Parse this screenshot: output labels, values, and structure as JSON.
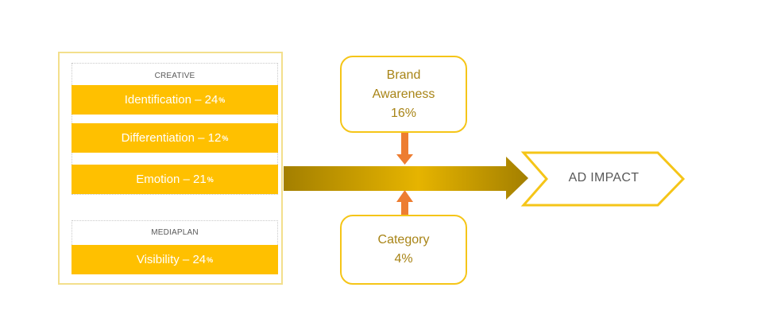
{
  "creative": {
    "label": "CREATIVE",
    "factors": [
      {
        "name": "Identification",
        "sep": " – ",
        "percent": "24",
        "unit": "%"
      },
      {
        "name": "Differentiation",
        "sep": " – ",
        "percent": "12",
        "unit": "%"
      },
      {
        "name": "Emotion",
        "sep": " – ",
        "percent": "21",
        "unit": "%"
      }
    ]
  },
  "mediaplan": {
    "label": "MEDIAPLAN",
    "factors": [
      {
        "name": "Visibility",
        "sep": " – ",
        "percent": "24",
        "unit": "%"
      }
    ]
  },
  "brand_awareness": {
    "line1": "Brand",
    "line2": "Awareness",
    "value": "16%"
  },
  "category": {
    "line1": "Category",
    "value": "4%"
  },
  "outcome": {
    "label": "AD IMPACT"
  },
  "colors": {
    "bar_fill": "#ffc000",
    "box_border": "#f5c518",
    "accent_text": "#a88416",
    "small_arrow": "#ed7d31",
    "main_arrow_dark": "#a37f00",
    "main_arrow_light": "#e6b400"
  }
}
